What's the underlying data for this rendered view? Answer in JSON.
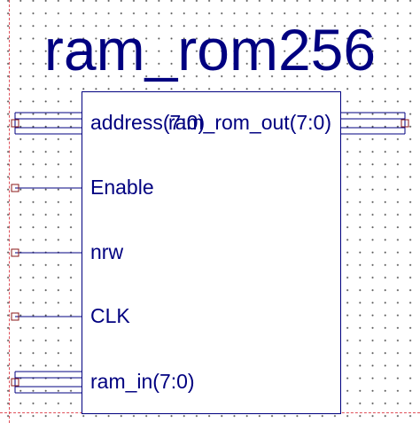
{
  "component": {
    "name": "ram_rom256",
    "color": "#000080",
    "grid_color": "#555555",
    "guide_color": "#e0505a",
    "pin_color": "#8b1a1a"
  },
  "inputs": [
    {
      "label": "address(7:0)",
      "bus": true
    },
    {
      "label": "Enable",
      "bus": false
    },
    {
      "label": "nrw",
      "bus": false
    },
    {
      "label": "CLK",
      "bus": false
    },
    {
      "label": "ram_in(7:0)",
      "bus": true
    }
  ],
  "outputs": [
    {
      "label": "ram_rom_out(7:0)",
      "bus": true
    }
  ]
}
